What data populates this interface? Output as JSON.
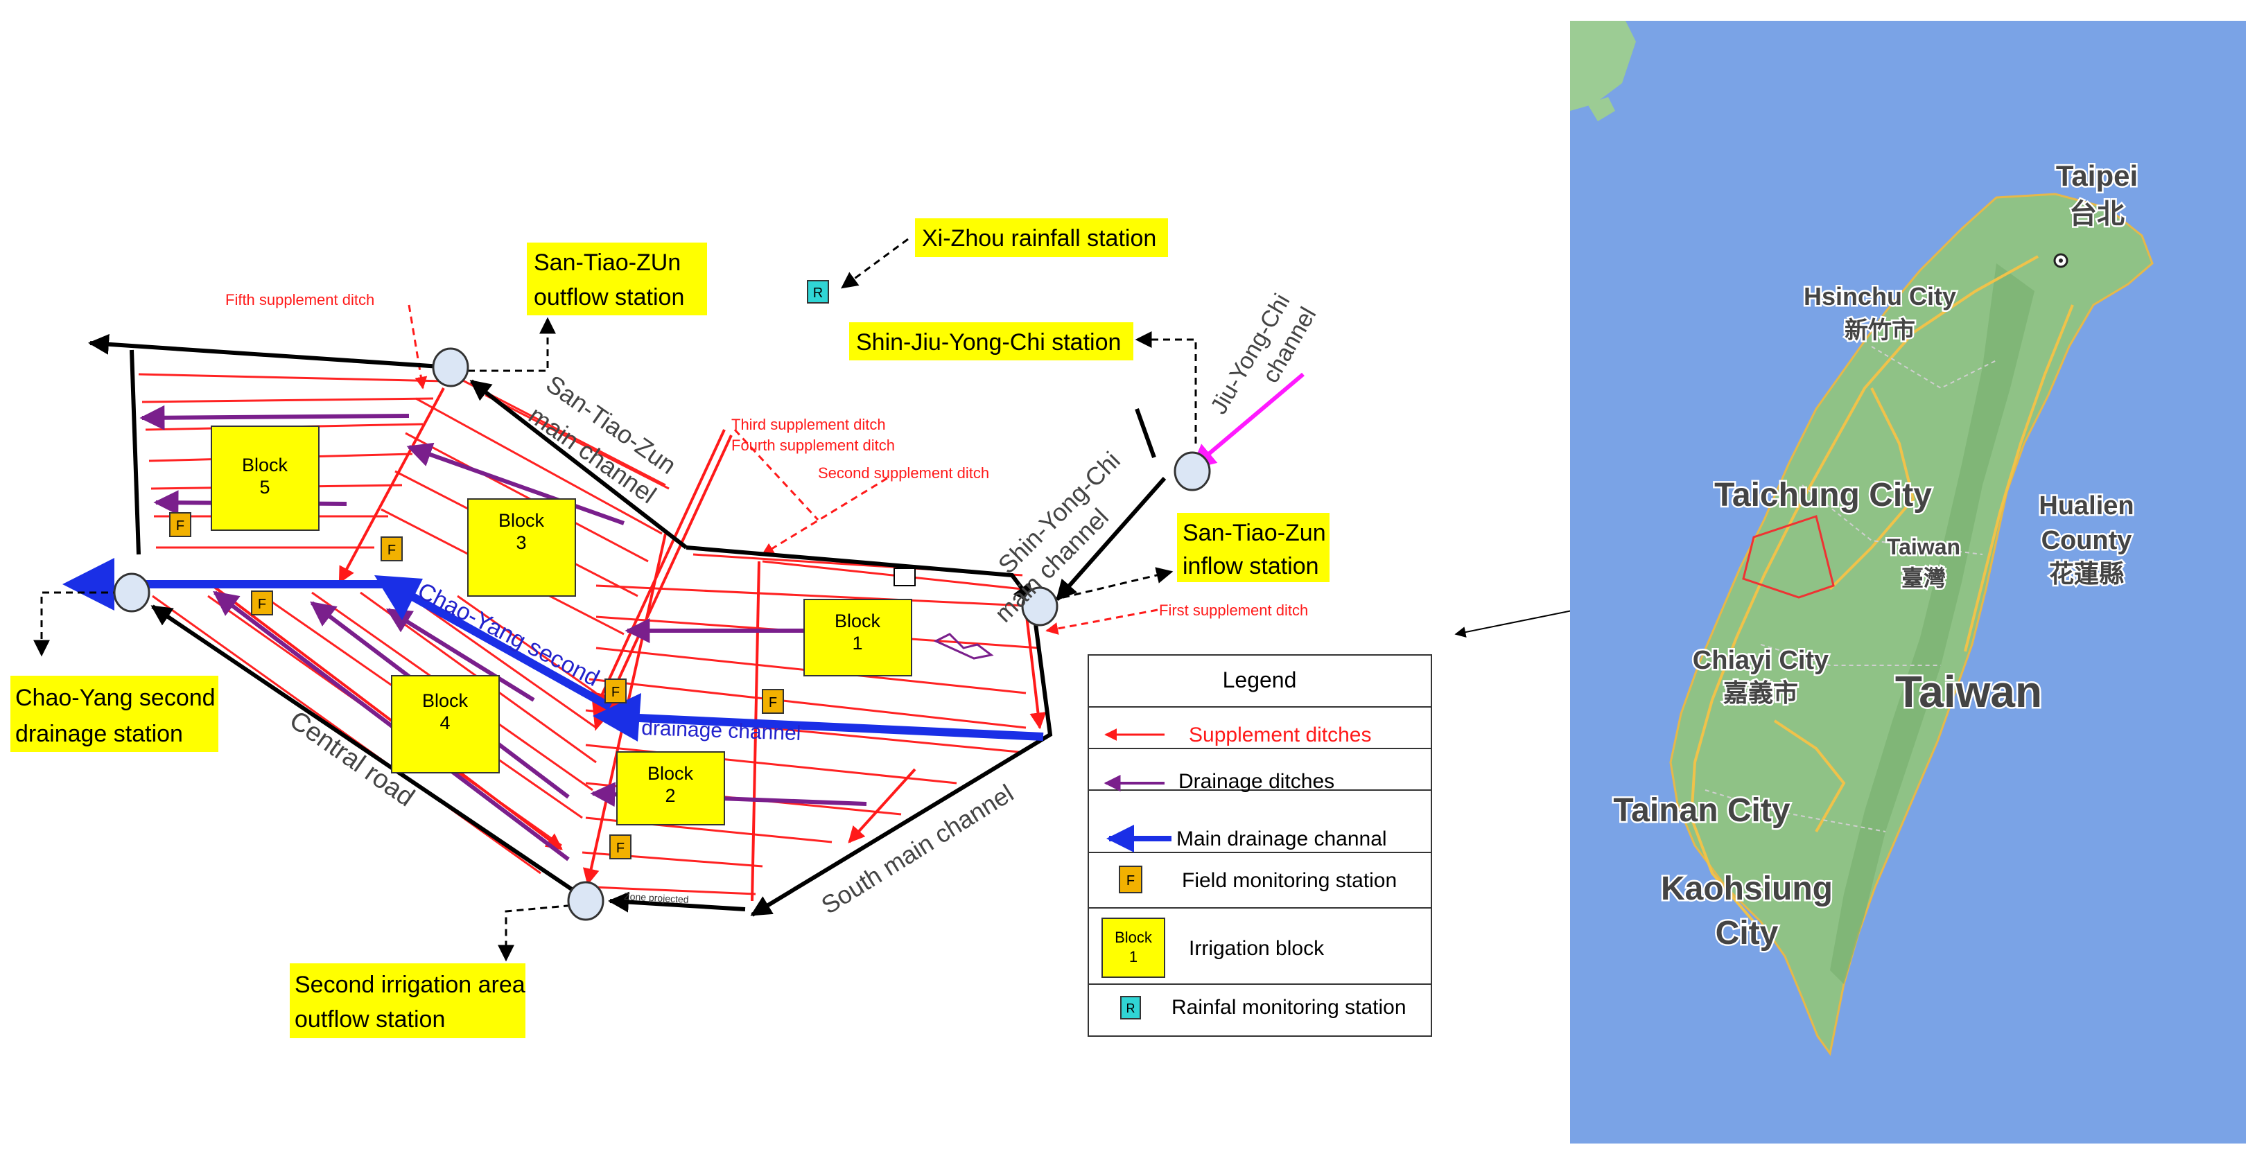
{
  "labels": {
    "xizhou": "Xi-Zhou rainfall station",
    "santiaozun_outflow_1": "San-Tiao-ZUn",
    "santiaozun_outflow_2": "outflow  station",
    "shinjiu": "Shin-Jiu-Yong-Chi station",
    "santiaozun_inflow_1": "San-Tiao-Zun",
    "santiaozun_inflow_2": "inflow station",
    "chaoyang_station_1": "Chao-Yang second",
    "chaoyang_station_2": "drainage station",
    "second_irrigation_1": "Second irrigation area",
    "second_irrigation_2": "outflow station",
    "rain_marker": "R",
    "field_marker": "F"
  },
  "ditches": {
    "fifth": "Fifth supplement ditch",
    "third": "Third supplement ditch",
    "fourth": "Fourth supplement ditch",
    "second": "Second supplement ditch",
    "first": "First supplement ditch"
  },
  "channels": {
    "santiaozun_main_1": "San-Tiao-Zun",
    "santiaozun_main_2": "main channel",
    "jiuyongchi_1": "Jiu-Yong-Chi",
    "jiuyongchi_2": "channel",
    "shinyongchi_1": "Shin-Yong-Chi",
    "shinyongchi_2": "main channel",
    "chaoyang_second": "Chao-Yang second",
    "drainage_channel": "drainage channel",
    "central_road": "Central road",
    "south_main": "South main channel",
    "nonprojected": "Zone projected"
  },
  "blocks": {
    "b1_word": "Block",
    "b1_num": "1",
    "b2_word": "Block",
    "b2_num": "2",
    "b3_word": "Block",
    "b3_num": "3",
    "b4_word": "Block",
    "b4_num": "4",
    "b5_word": "Block",
    "b5_num": "5"
  },
  "legend": {
    "title": "Legend",
    "supplement": "Supplement ditches",
    "drainage": "Drainage ditches",
    "main_drainage": "Main drainage channal",
    "field_station": "Field monitoring station",
    "irrigation_block": "Irrigation block",
    "rain_station": "Rainfal monitoring station",
    "block_word": "Block",
    "block_num": "1"
  },
  "map": {
    "taipei_en": "Taipei",
    "taipei_zh": "台北",
    "hsinchu_en": "Hsinchu City",
    "hsinchu_zh": "新竹市",
    "taichung_en": "Taichung City",
    "hualien_en_1": "Hualien",
    "hualien_en_2": "County",
    "hualien_zh": "花蓮縣",
    "taiwan_small_en": "Taiwan",
    "taiwan_small_zh": "臺灣",
    "chiayi_en": "Chiayi City",
    "chiayi_zh": "嘉義市",
    "taiwan_big": "Taiwan",
    "tainan_en": "Tainan City",
    "kaohsiung_1": "Kaohsiung",
    "kaohsiung_2": "City"
  },
  "colors": {
    "supplement": "#ff1a1a",
    "drainage": "#7a1f8c",
    "main_drainage": "#1a2fe6",
    "highlight": "#ffff00",
    "field_box": "#f2b100",
    "rain_box": "#30d5d5",
    "sea": "#7aa3e6",
    "land": "#8fc286"
  }
}
